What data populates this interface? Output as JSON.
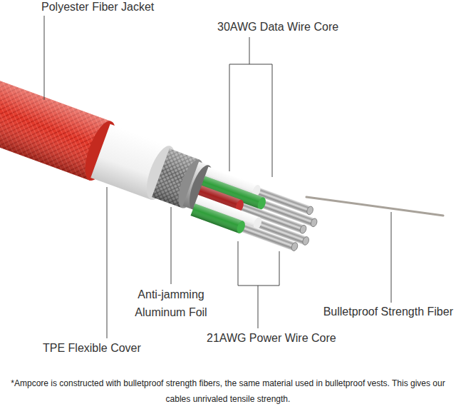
{
  "diagram": {
    "caption": "*Ampcore is constructed with bulletproof strength fibers, the same material used in bulletproof vests. This gives our cables unrivaled tensile strength.",
    "labels": [
      "Polyester Fiber Jacket",
      "30AWG Data Wire Core",
      "Anti-jamming Aluminum Foil",
      "Bulletproof Strength Fiber",
      "21AWG Power Wire Core",
      "TPE Flexible Cover"
    ]
  }
}
